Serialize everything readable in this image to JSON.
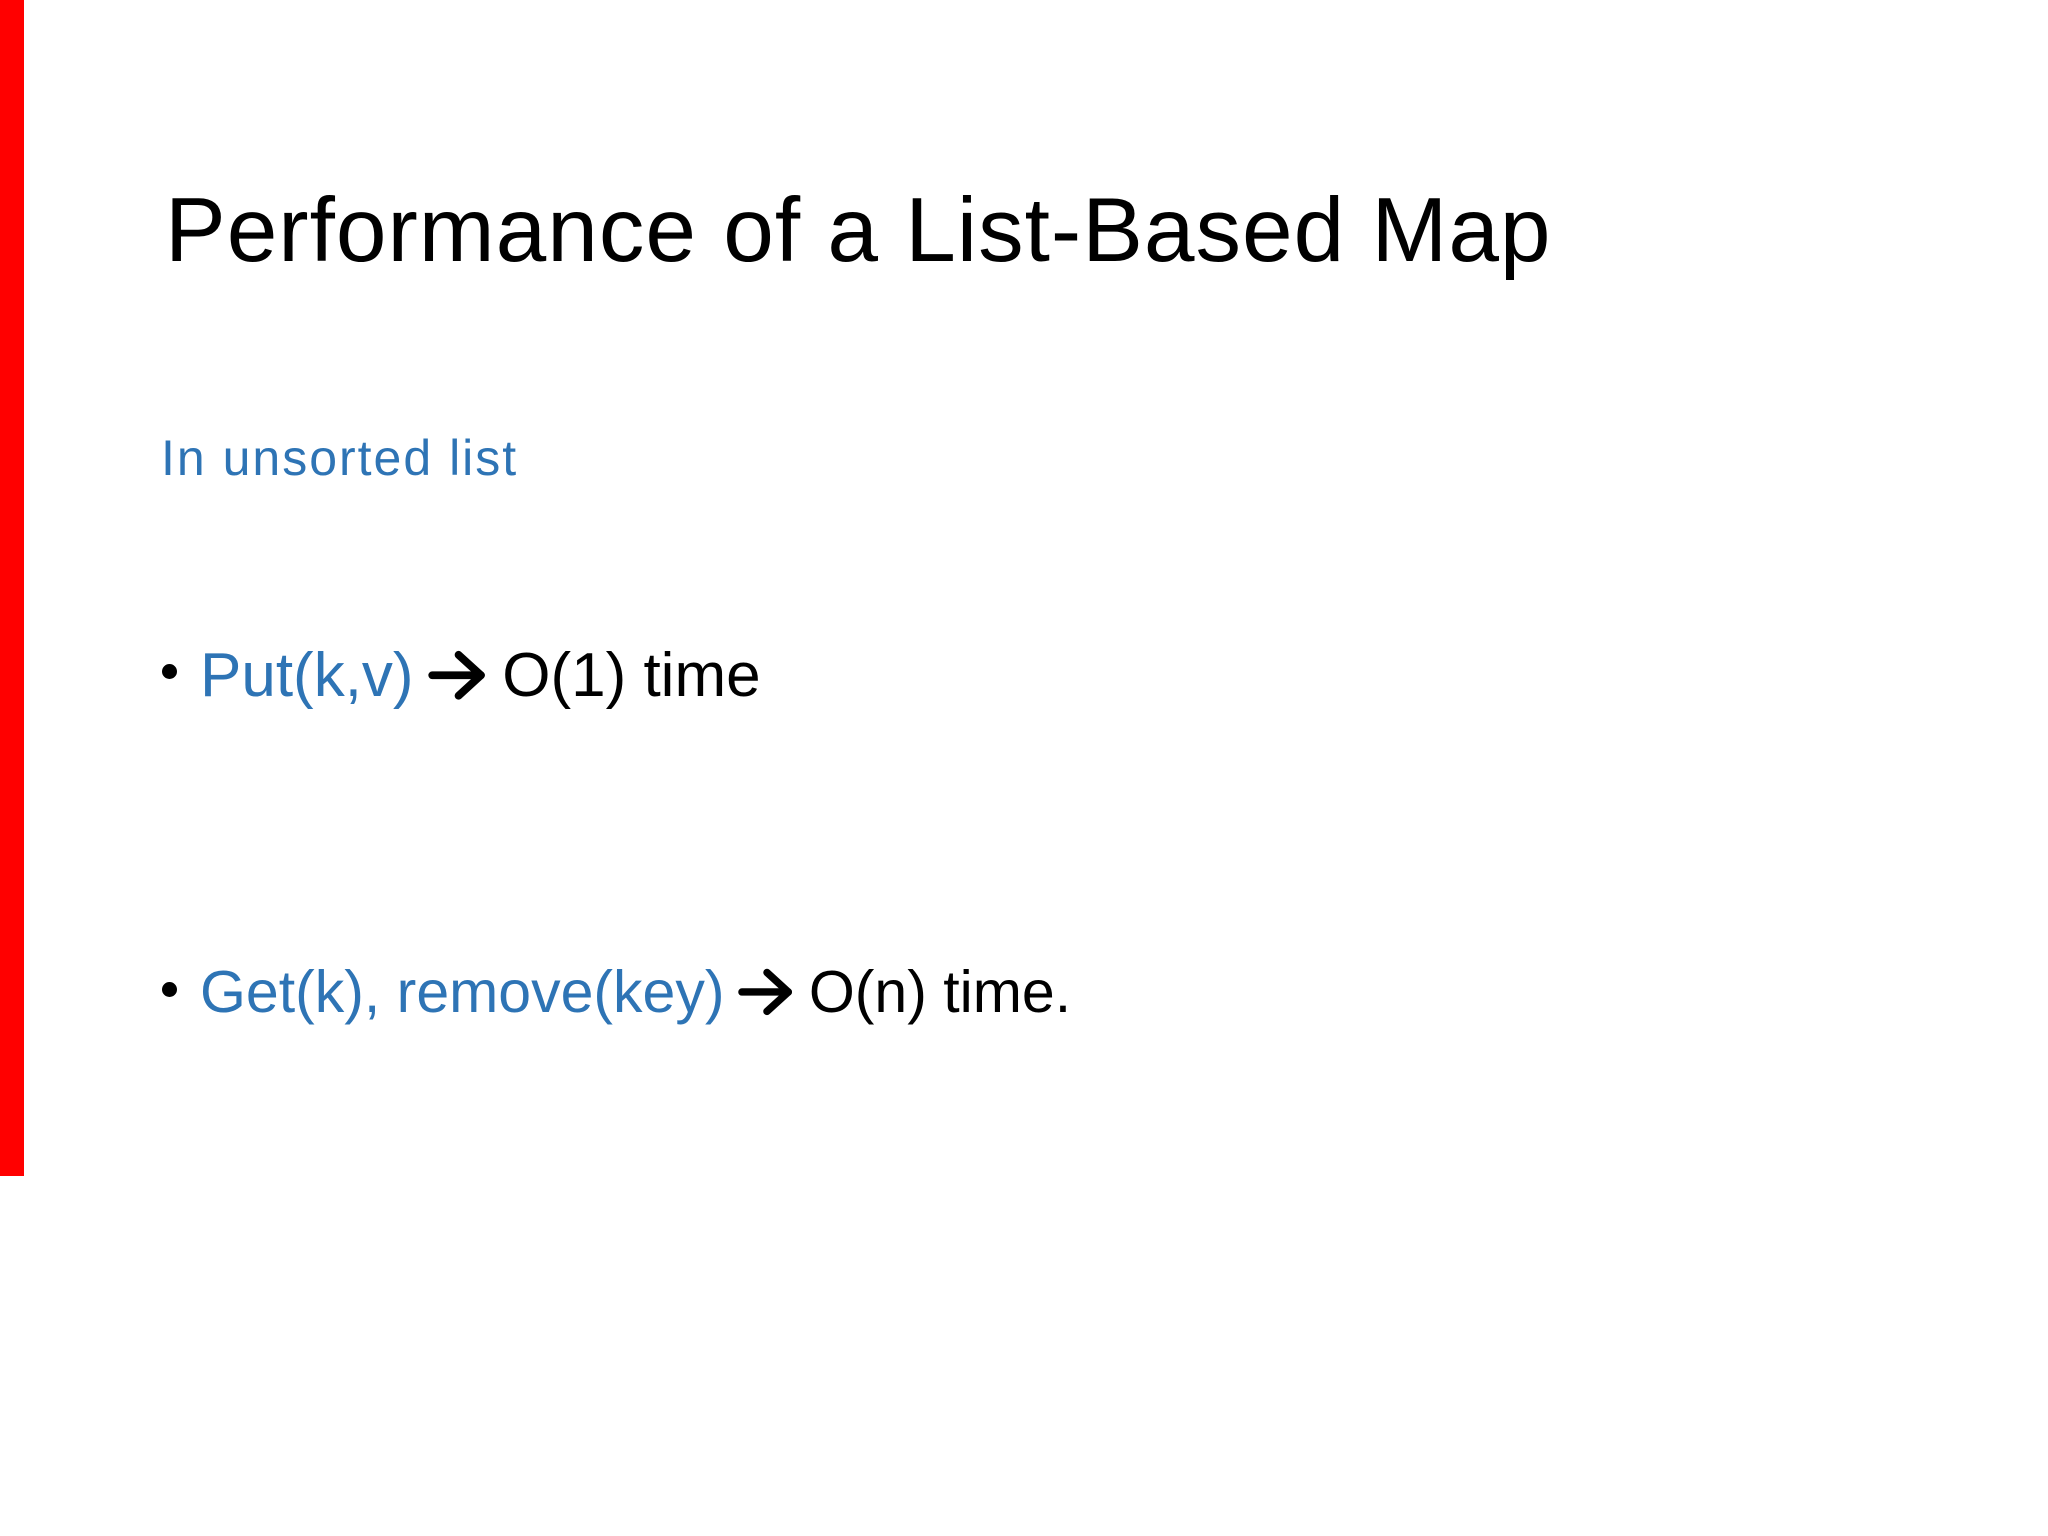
{
  "slide": {
    "title": "Performance of a List-Based Map",
    "subtitle": "In unsorted list",
    "bullets": [
      {
        "operation": "Put(k,v)",
        "complexity": "O(1) time"
      },
      {
        "operation": "Get(k), remove(key)",
        "complexity": "O(n) time."
      }
    ],
    "icons": {
      "bullet_marker": "black-dot",
      "between_icon": "right-arrow"
    },
    "colors": {
      "operation_blue": "#2e74b5",
      "body_text": "#000000",
      "accent_bar_red": "#ff0000",
      "background": "#ffffff"
    }
  }
}
